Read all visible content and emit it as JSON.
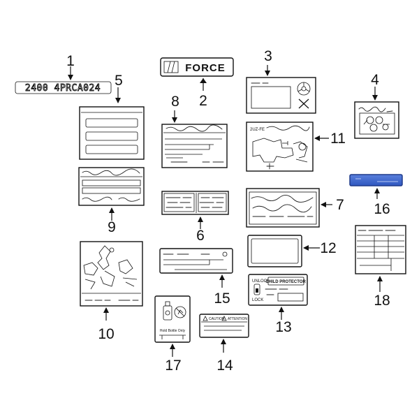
{
  "callouts": [
    "1",
    "2",
    "3",
    "4",
    "5",
    "6",
    "7",
    "8",
    "9",
    "10",
    "11",
    "12",
    "13",
    "14",
    "15",
    "16",
    "17",
    "18"
  ],
  "labels": {
    "badge_2400": "2400 4PRCA024",
    "badge_force": "FORCE",
    "child_protector_title": "CHILD PROTECTOR",
    "unlock": "UNLOCK",
    "lock": "LOCK",
    "caution": "CAUTION",
    "attention": "ATTENTION",
    "hold_bottle": "Hold Bottle Only",
    "engine_code": "2UZ-FE"
  },
  "colors": {
    "line": "#111111",
    "highlight": "#3a63c8",
    "highlight_dark": "#1f3a8a"
  }
}
